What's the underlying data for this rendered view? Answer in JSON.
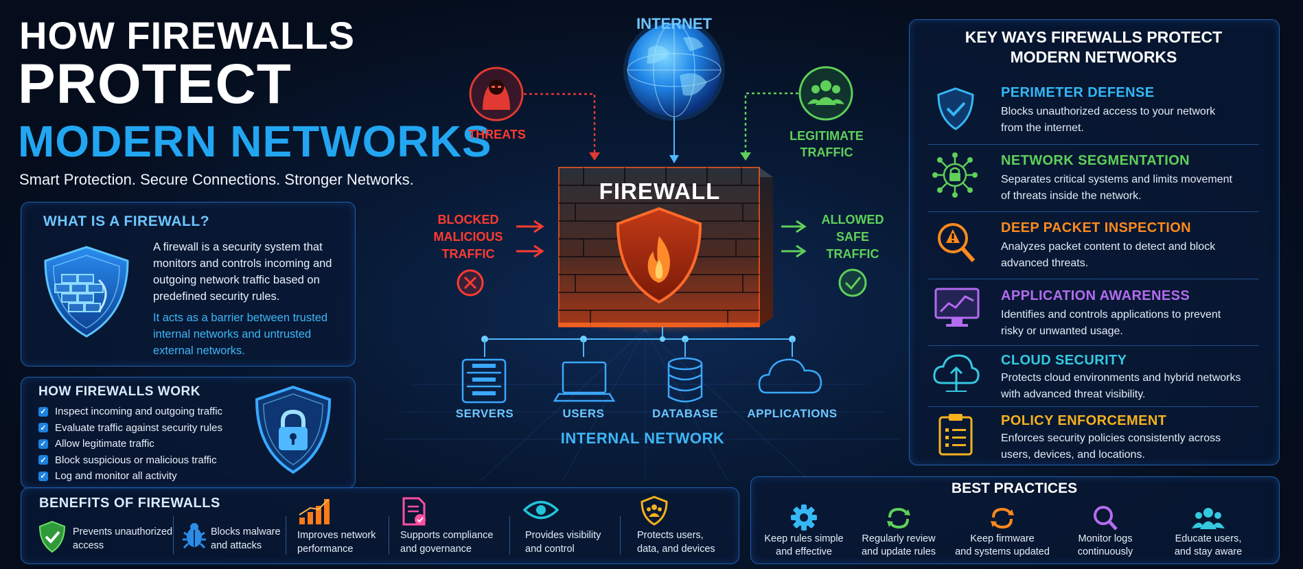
{
  "title": {
    "line1": "HOW FIREWALLS",
    "line2": "PROTECT",
    "line3": "MODERN NETWORKS",
    "tagline": "Smart Protection. Secure Connections. Stronger Networks."
  },
  "what_is": {
    "heading": "WHAT IS A FIREWALL?",
    "text": "A firewall is a security system that monitors and controls incoming and outgoing network traffic based on predefined security rules.",
    "highlight": "It acts as a barrier between trusted internal networks and untrusted external networks."
  },
  "how_works": {
    "heading": "HOW FIREWALLS WORK",
    "items": [
      "Inspect incoming and outgoing traffic",
      "Evaluate traffic against security rules",
      "Allow legitimate traffic",
      "Block suspicious or malicious traffic",
      "Log and monitor all activity"
    ]
  },
  "benefits": {
    "heading": "BENEFITS OF FIREWALLS",
    "items": [
      {
        "l1": "Prevents unauthorized",
        "l2": "access",
        "icon": "shield-check-icon"
      },
      {
        "l1": "Blocks malware",
        "l2": "and attacks",
        "icon": "bug-icon"
      },
      {
        "l1": "Improves network",
        "l2": "performance",
        "icon": "bar-chart-icon"
      },
      {
        "l1": "Supports compliance",
        "l2": "and governance",
        "icon": "document-check-icon"
      },
      {
        "l1": "Provides visibility",
        "l2": "and control",
        "icon": "eye-icon"
      },
      {
        "l1": "Protects users,",
        "l2": "data, and devices",
        "icon": "shield-users-icon"
      }
    ]
  },
  "diagram": {
    "internet": "INTERNET",
    "threats": "THREATS",
    "legit1": "LEGITIMATE",
    "legit2": "TRAFFIC",
    "firewall": "FIREWALL",
    "blocked1": "BLOCKED",
    "blocked2": "MALICIOUS",
    "blocked3": "TRAFFIC",
    "allowed1": "ALLOWED",
    "allowed2": "SAFE",
    "allowed3": "TRAFFIC",
    "internal": "INTERNAL NETWORK",
    "nodes": [
      "SERVERS",
      "USERS",
      "DATABASE",
      "APPLICATIONS"
    ]
  },
  "key_ways": {
    "heading1": "KEY WAYS FIREWALLS PROTECT",
    "heading2": "MODERN NETWORKS",
    "items": [
      {
        "title": "PERIMETER DEFENSE",
        "d1": "Blocks unauthorized access to your network",
        "d2": "from the internet.",
        "color": "#35b8f5",
        "icon": "shield-check-icon"
      },
      {
        "title": "NETWORK SEGMENTATION",
        "d1": "Separates critical systems and limits movement",
        "d2": "of threats inside the network.",
        "color": "#5fd05a",
        "icon": "network-lock-icon"
      },
      {
        "title": "DEEP PACKET INSPECTION",
        "d1": "Analyzes packet content to detect and block",
        "d2": "advanced threats.",
        "color": "#ff8a1e",
        "icon": "magnifier-alert-icon"
      },
      {
        "title": "APPLICATION AWARENESS",
        "d1": "Identifies and controls applications to prevent",
        "d2": "risky or unwanted usage.",
        "color": "#b46cf0",
        "icon": "monitor-chart-icon"
      },
      {
        "title": "CLOUD SECURITY",
        "d1": "Protects cloud environments and hybrid networks",
        "d2": "with advanced threat visibility.",
        "color": "#35c9e0",
        "icon": "cloud-icon"
      },
      {
        "title": "POLICY ENFORCEMENT",
        "d1": "Enforces security policies consistently across",
        "d2": "users, devices, and locations.",
        "color": "#f5b21e",
        "icon": "clipboard-icon"
      }
    ]
  },
  "best_practices": {
    "heading": "BEST PRACTICES",
    "items": [
      {
        "l1": "Keep rules simple",
        "l2": "and effective",
        "icon": "gear-icon"
      },
      {
        "l1": "Regularly review",
        "l2": "and update rules",
        "icon": "refresh-icon"
      },
      {
        "l1": "Keep firmware",
        "l2": "and systems updated",
        "icon": "sync-icon"
      },
      {
        "l1": "Monitor logs",
        "l2": "continuously",
        "icon": "search-icon"
      },
      {
        "l1": "Educate users,",
        "l2": "and stay aware",
        "icon": "users-icon"
      }
    ]
  }
}
